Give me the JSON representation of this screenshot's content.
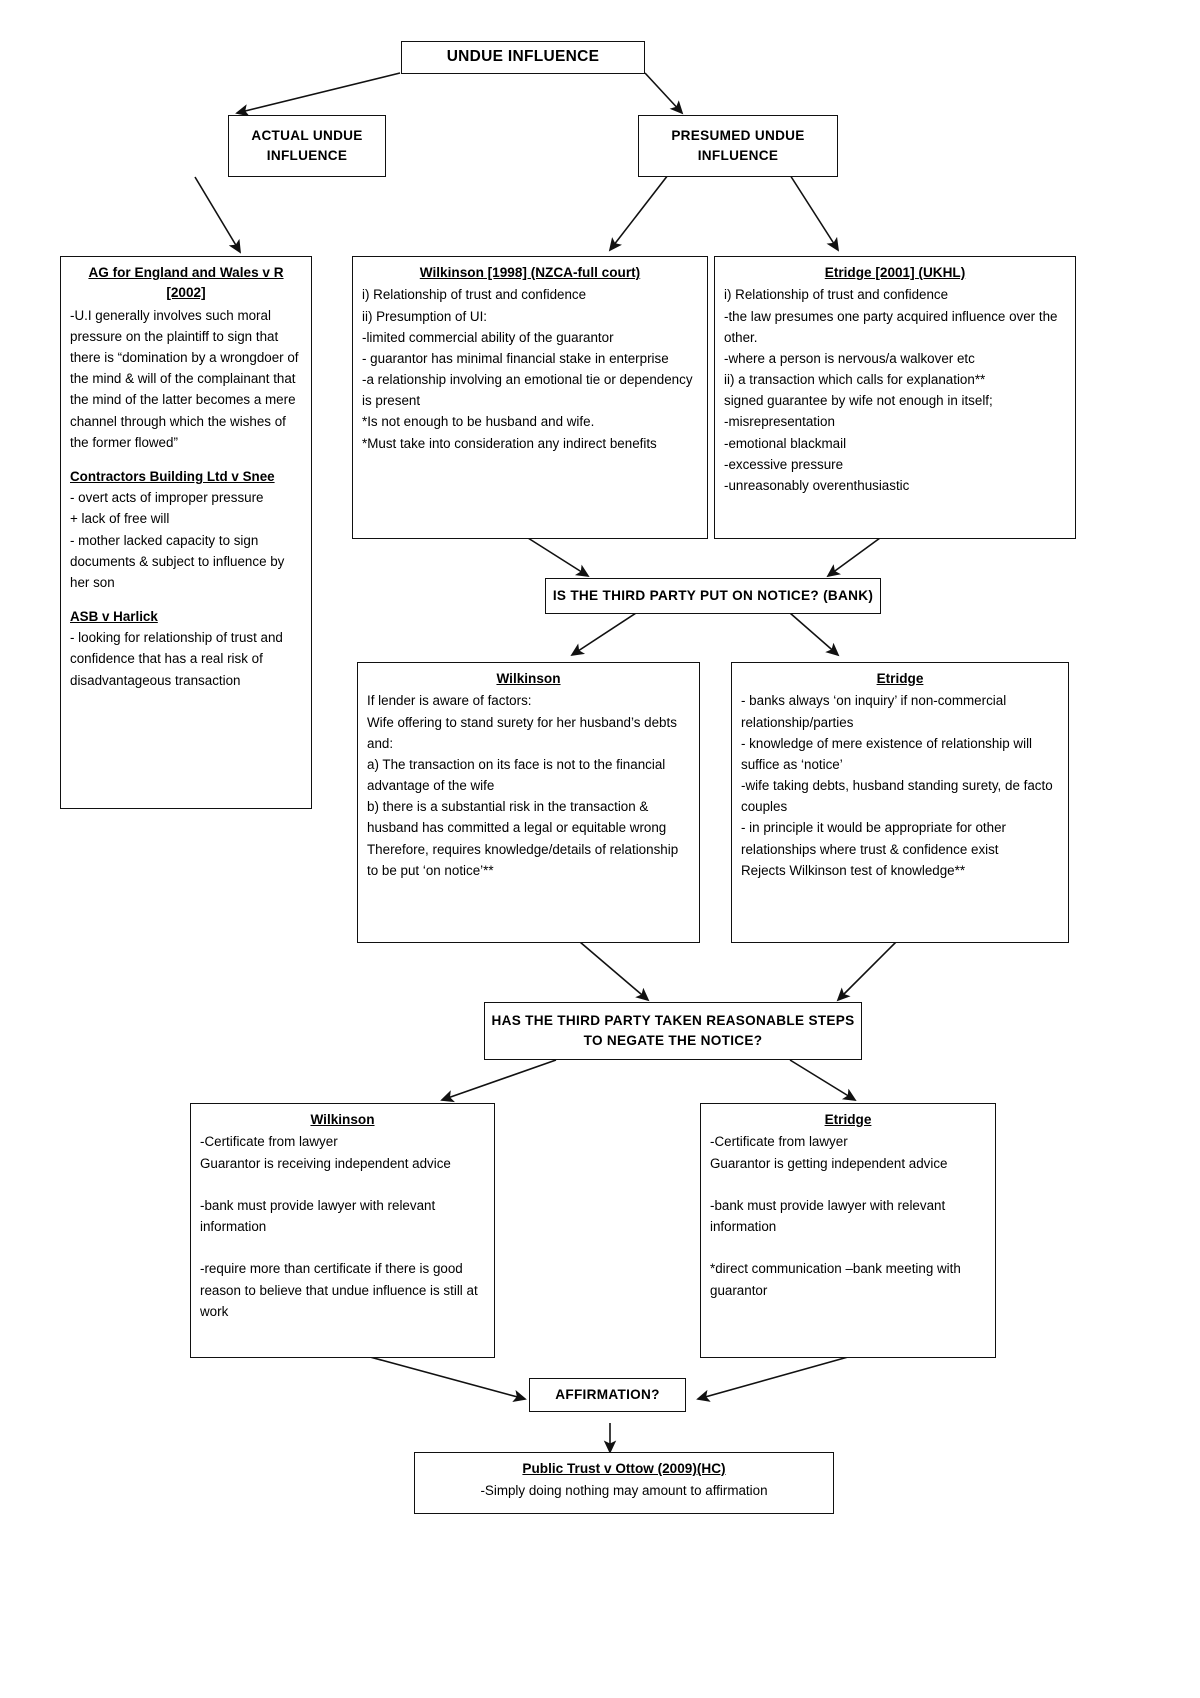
{
  "diagram": {
    "title": "Undue Influence flowchart",
    "nodes": {
      "root": {
        "label": "UNDUE INFLUENCE"
      },
      "actual": {
        "label": "ACTUAL UNDUE\nINFLUENCE"
      },
      "presumed": {
        "label": "PRESUMED UNDUE\nINFLUENCE"
      },
      "ag_case": {
        "title_line1": "AG for England and Wales v R",
        "title_line2": "[2002]",
        "body": "-U.I generally involves such moral pressure on the plaintiff to sign that there is “domination by a wrongdoer of the mind & will of the complainant that the mind of the latter becomes a mere channel through which the wishes of the former flowed”",
        "sub1_title": "Contractors Building Ltd v Snee",
        "sub1_body": "- overt acts of improper pressure\n+ lack of free will\n- mother lacked capacity to sign documents & subject to influence by her son",
        "sub2_title": "ASB v Harlick",
        "sub2_body": "- looking for relationship of trust and confidence that has a real risk of disadvantageous transaction"
      },
      "wilkinson_1998": {
        "title": "Wilkinson [1998] (NZCA-full court)",
        "body": "i) Relationship of trust and confidence\nii) Presumption of UI:\n-limited commercial ability of the guarantor\n- guarantor has minimal financial stake in enterprise\n-a relationship involving an emotional tie or dependency is present\n*Is not enough to be husband and wife.\n*Must take into consideration any indirect benefits"
      },
      "etridge_2001": {
        "title": "Etridge [2001] (UKHL)",
        "body": "i) Relationship of trust and confidence\n-the law presumes one party acquired influence over the other.\n-where a person is nervous/a walkover etc\nii) a transaction which calls for explanation**\nsigned guarantee by wife not enough in itself;\n-misrepresentation\n-emotional blackmail\n-excessive pressure\n-unreasonably overenthusiastic"
      },
      "notice_question": {
        "label": "IS THE THIRD PARTY PUT ON NOTICE? (BANK)"
      },
      "wilkinson_notice": {
        "title": "Wilkinson ",
        "body": "If lender is aware of factors:\nWife offering to stand surety for her husband’s debts and:\na) The transaction on its face is not to the financial advantage of the wife\nb) there is a substantial risk in the transaction & husband has committed a legal or equitable wrong\nTherefore, requires knowledge/details of relationship to be put ‘on notice’**"
      },
      "etridge_notice": {
        "title": "Etridge",
        "body": "- banks always ‘on inquiry’ if non-commercial relationship/parties\n- knowledge of mere existence of relationship will suffice as ‘notice’\n-wife taking debts, husband standing surety, de facto couples\n- in principle it would be appropriate for other relationships where trust & confidence exist\nRejects Wilkinson test of knowledge**"
      },
      "reasonable_steps_question": {
        "label": "HAS THE THIRD PARTY TAKEN REASONABLE STEPS\nTO NEGATE THE NOTICE?"
      },
      "wilkinson_steps": {
        "title": "Wilkinson",
        "body": "-Certificate from lawyer\nGuarantor is receiving independent advice\n\n-bank must provide lawyer with relevant information\n\n-require more than certificate if there is good reason to believe that undue influence is still at work"
      },
      "etridge_steps": {
        "title": "Etridge",
        "body": "-Certificate from lawyer\nGuarantor is getting independent advice\n\n-bank must provide lawyer with relevant information\n\n*direct communication –bank meeting with guarantor"
      },
      "affirmation": {
        "label": "AFFIRMATION?"
      },
      "public_trust": {
        "title": "Public Trust v Ottow (2009)(HC)",
        "body": "-Simply doing nothing may amount to affirmation"
      }
    },
    "colors": {
      "border": "#111111",
      "text": "#000000",
      "background": "#ffffff"
    }
  }
}
